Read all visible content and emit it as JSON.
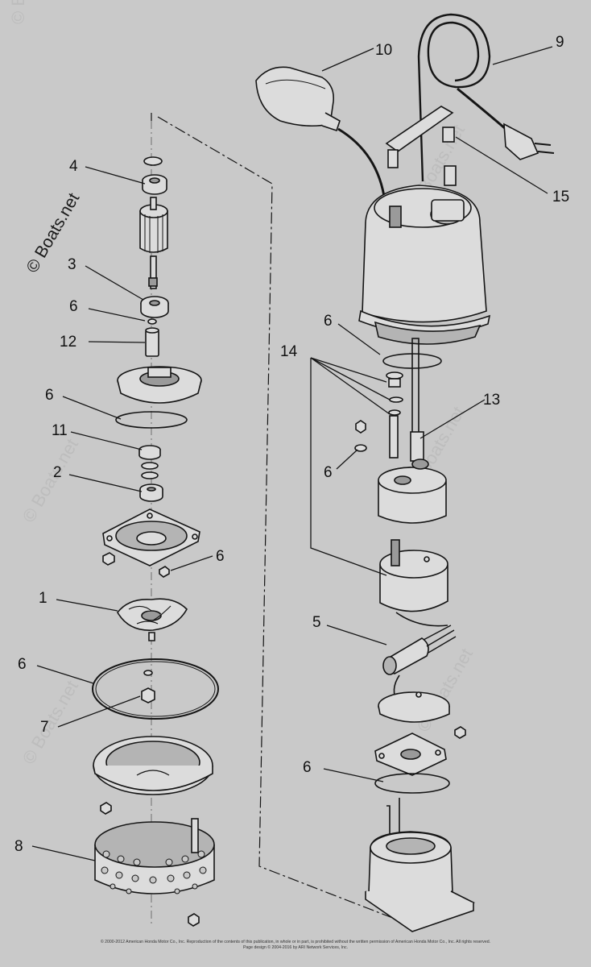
{
  "colors": {
    "background": "#c9c9c9",
    "line": "#151515",
    "part_fill": "#dcdcdc",
    "part_shade": "#9a9a9a"
  },
  "watermark": {
    "main": "© Boats.net",
    "faded": [
      "© Boats.net",
      "© Boats.net",
      "© Boats.net",
      "© Boats.net",
      "© Boats.net",
      "© Boats.net"
    ]
  },
  "callouts": {
    "n1": "1",
    "n2": "2",
    "n3": "3",
    "n4": "4",
    "n5": "5",
    "n6_a": "6",
    "n6_b": "6",
    "n6_c": "6",
    "n6_d": "6",
    "n6_e": "6",
    "n6_f": "6",
    "n6_g": "6",
    "n7": "7",
    "n8": "8",
    "n9": "9",
    "n10": "10",
    "n11": "11",
    "n12": "12",
    "n13": "13",
    "n14": "14",
    "n15": "15"
  },
  "footer": {
    "line1": "© 2000-2012 American Honda Motor Co., Inc. Reproduction of the contents of this publication, in whole or in part, is prohibited without the written permission of American Honda Motor Co., Inc. All rights reserved.",
    "line2": "Page design © 2004-2016 by ARI Network Services, Inc."
  }
}
